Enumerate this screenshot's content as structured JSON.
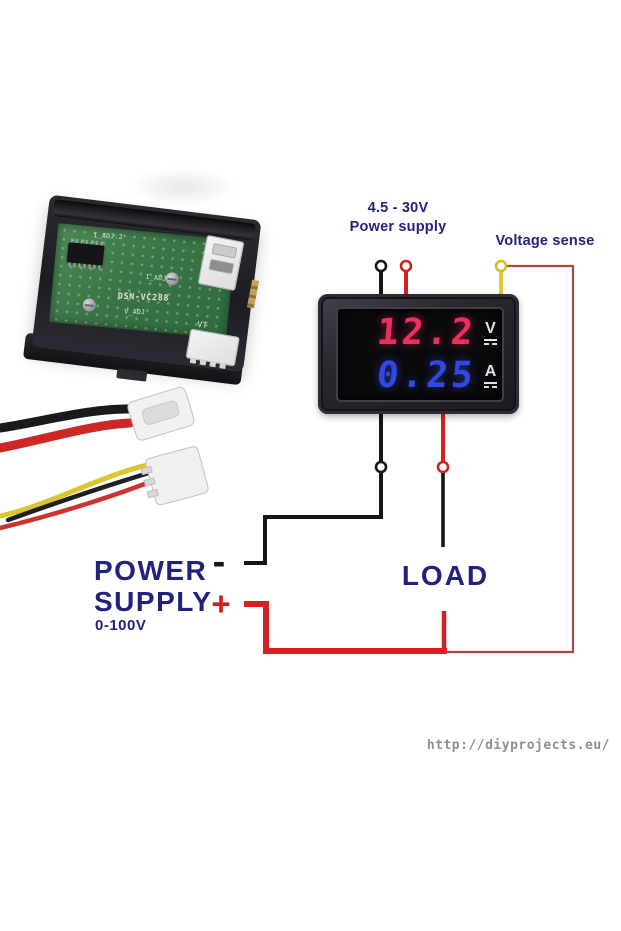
{
  "colors": {
    "navy": "#22227e",
    "accent-red": "#cc2020",
    "wire-black": "#161616",
    "wire-red": "#d42121",
    "wire-yellow": "#e2c832",
    "sense-red": "#a64a40",
    "digit-red": "#ee2e60",
    "digit-blue": "#3149e2",
    "unit-white": "#e2e2e6",
    "url-gray": "#8f8f8f"
  },
  "photo_module": {
    "silkscreen": {
      "iadj2": "I_ADJ.2",
      "iadj": "I_ADJ",
      "model": "DSN-VC288",
      "vadj": "V_ADJ",
      "vt": "VT"
    }
  },
  "diagram": {
    "supply_rating": "4.5 - 30V",
    "supply_caption": "Power supply",
    "voltage_sense": "Voltage sense",
    "meter": {
      "voltage": "12.2",
      "voltage_unit": "V",
      "current": "0.25",
      "current_unit": "A"
    },
    "load": "LOAD",
    "source_line1": "POWER",
    "source_line2": "SUPPLY",
    "source_range": "0-100V",
    "minus": "-",
    "plus": "+"
  },
  "footer": {
    "url": "http://diyprojects.eu/"
  }
}
